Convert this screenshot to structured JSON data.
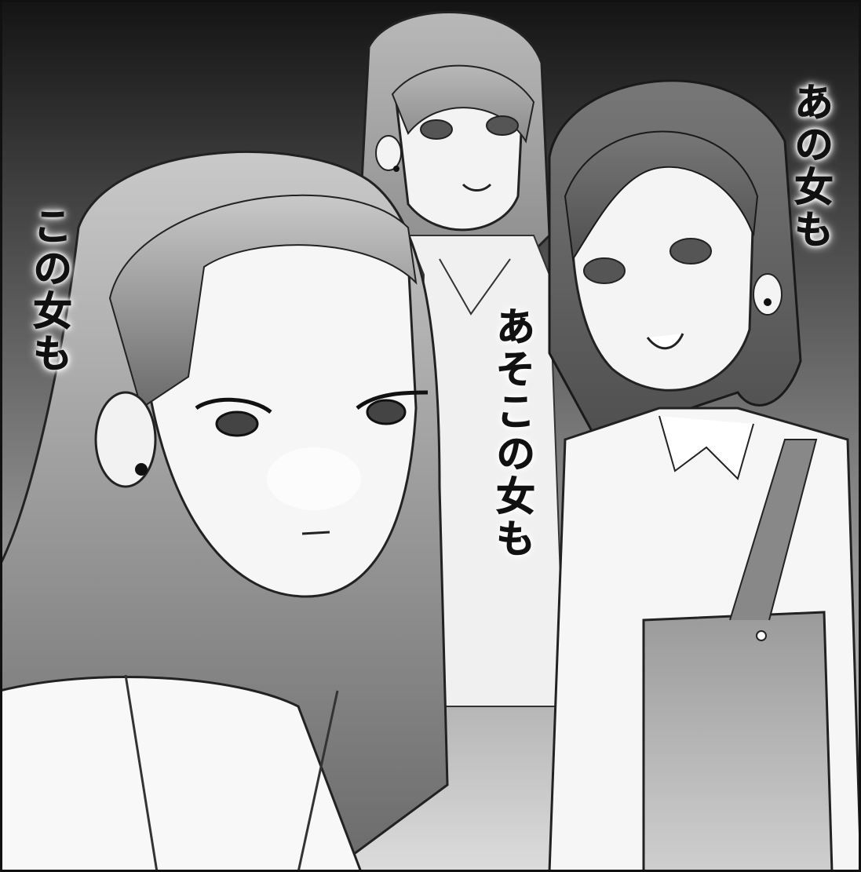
{
  "panel": {
    "speech": {
      "left": "この女も",
      "middle": "あそこの女も",
      "right": "あの女も"
    }
  },
  "colors": {
    "background_top": "#1a1a1a",
    "background_bottom": "#e8e8e8",
    "ink": "#111111",
    "hair_tone": "#8c8c8c",
    "skin_tone": "#f2f2f2"
  }
}
